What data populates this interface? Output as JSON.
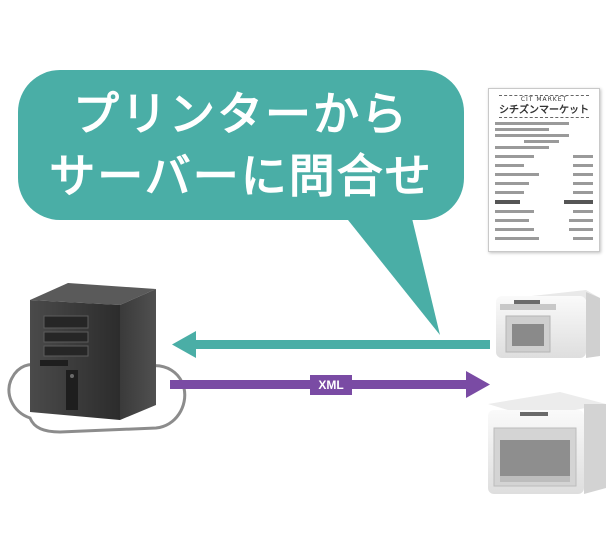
{
  "bubble": {
    "line1": "プリンターから",
    "line2": "サーバーに問合せ"
  },
  "receipt": {
    "store": "CIT MARKET",
    "brand": "シチズンマーケット"
  },
  "request_arrow": {
    "label": "XML"
  },
  "colors": {
    "bubble": "#4aaea6",
    "printer_to_server_arrow": "#4aaea6",
    "xml_arrow": "#7a4ba4",
    "cloud_outline": "#8c8c8c",
    "server_body": "#3a3a3a",
    "printer_body": "#f2f2f2"
  },
  "icons": [
    "server-icon",
    "cloud-icon",
    "printer-icon",
    "receipt-icon"
  ]
}
